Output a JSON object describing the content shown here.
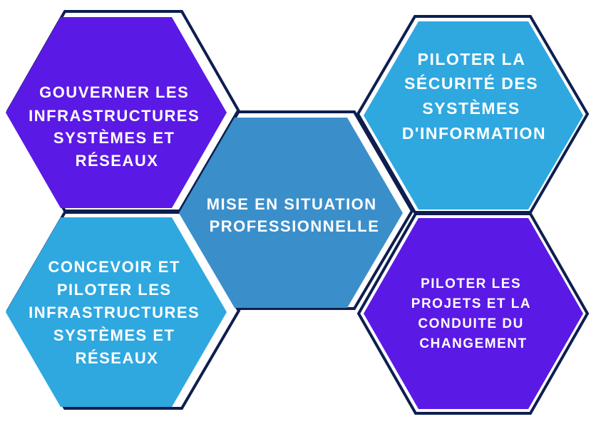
{
  "colors": {
    "purple": "#5b19e6",
    "light_blue": "#2fa8e0",
    "mid_blue": "#3a8fcb",
    "outline": "#0d1f4f",
    "text": "#ffffff"
  },
  "hexagons": {
    "top_left": {
      "lines": [
        "GOUVERNER LES",
        "INFRASTRUCTURES",
        "SYSTÈMES ET",
        "RÉSEAUX"
      ],
      "fill": "purple"
    },
    "center": {
      "lines": [
        "MISE EN SITUATION",
        "PROFESSIONNELLE"
      ],
      "fill": "mid_blue"
    },
    "bottom_left": {
      "lines": [
        "CONCEVOIR ET",
        "PILOTER LES",
        "INFRASTRUCTURES",
        "SYSTÈMES ET",
        "RÉSEAUX"
      ],
      "fill": "light_blue"
    },
    "top_right": {
      "lines": [
        "PILOTER LA",
        "SÉCURITÉ DES",
        "SYSTÈMES",
        "D'INFORMATION"
      ],
      "fill": "light_blue"
    },
    "bottom_right": {
      "lines": [
        "PILOTER LES",
        "PROJETS ET LA",
        "CONDUITE DU",
        "CHANGEMENT"
      ],
      "fill": "purple"
    }
  }
}
